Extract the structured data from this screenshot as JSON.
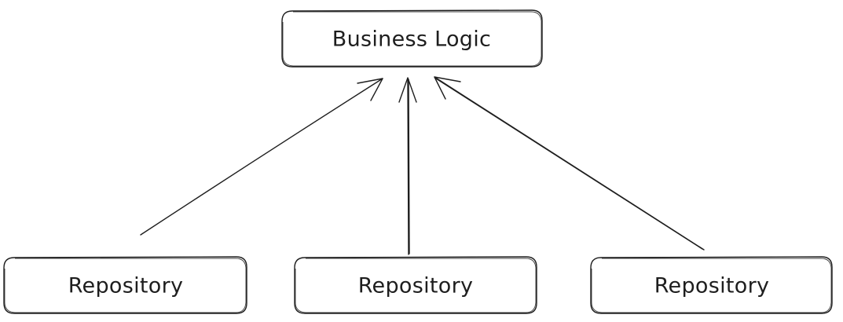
{
  "diagram": {
    "stroke_color": "#1e1e1e",
    "background_color": "#ffffff",
    "top_node": {
      "label": "Business Logic"
    },
    "bottom_nodes": [
      {
        "label": "Repository"
      },
      {
        "label": "Repository"
      },
      {
        "label": "Repository"
      }
    ],
    "edges": [
      {
        "from": "Repository",
        "to": "Business Logic"
      },
      {
        "from": "Repository",
        "to": "Business Logic"
      },
      {
        "from": "Repository",
        "to": "Business Logic"
      }
    ]
  }
}
